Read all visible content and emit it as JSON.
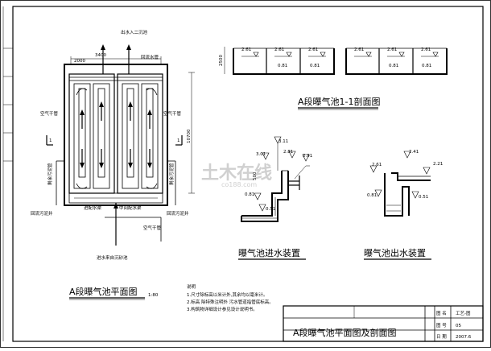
{
  "plan": {
    "title": "A段曝气池平面图",
    "scale": "1:80",
    "dim_width": "3400",
    "dim_inner": "2000",
    "dim_height": "10700",
    "marker_left": "1",
    "marker_right": "1",
    "labels": {
      "water_out": "出水入二沉池",
      "return_pipe": "回流水管",
      "air_main_left": "空气干管",
      "air_main_right": "空气干管",
      "sludge_pipe_left": "剩余污泥管",
      "sludge_pipe_right": "剩余污泥管",
      "return_well": "回流污泥井",
      "main_water_left": "进配水渠",
      "main_water_mid": "中间配水渠",
      "return_well_right": "回流污泥井",
      "air_main_bottom": "空气干管",
      "inlet": "进水来自沉砂池"
    }
  },
  "section": {
    "title": "A段曝气池1-1剖面图",
    "dim_height": "2500",
    "levels": [
      "2.61",
      "2.61",
      "2.61",
      "0.81",
      "0.81",
      "2.61",
      "2.61",
      "2.61",
      "0.81",
      "0.81"
    ]
  },
  "inlet_device": {
    "title": "曝气池进水装置",
    "values": [
      "3.11",
      "3.01",
      "2.81",
      "2.91",
      "0.81",
      "0.51"
    ],
    "dim": "500"
  },
  "outlet_device": {
    "title": "曝气池出水装置",
    "values": [
      "2.41",
      "2.61",
      "2.21",
      "0.81",
      "0.51"
    ]
  },
  "notes": {
    "heading": "说明",
    "items": [
      "1.尺寸除标高以米计外,其余均以毫米计。",
      "2.标高    除特殊注明外 污水管道指管底标高。",
      "3.构筑物详细设计参见设计说明书。"
    ]
  },
  "title_block": {
    "drawing_title": "A段曝气池平面图及剖面图",
    "rows": [
      {
        "label": "图 名",
        "value": "工艺-图"
      },
      {
        "label": "图 号",
        "value": "05"
      },
      {
        "label": "日 期",
        "value": "2007.6"
      }
    ]
  },
  "watermark": {
    "main": "土木在线",
    "sub": "co188.com"
  }
}
